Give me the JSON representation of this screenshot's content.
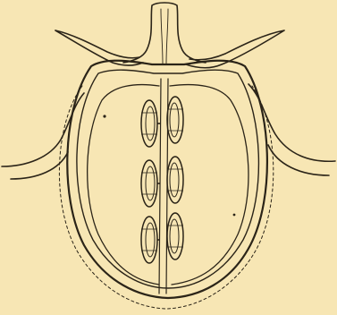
{
  "image": {
    "kind": "engraved anatomical line drawing",
    "palette": {
      "background": "#f7e6b4",
      "ink": "#2b2418"
    }
  },
  "seeds": {
    "count_per_side": 3,
    "total": 6
  }
}
